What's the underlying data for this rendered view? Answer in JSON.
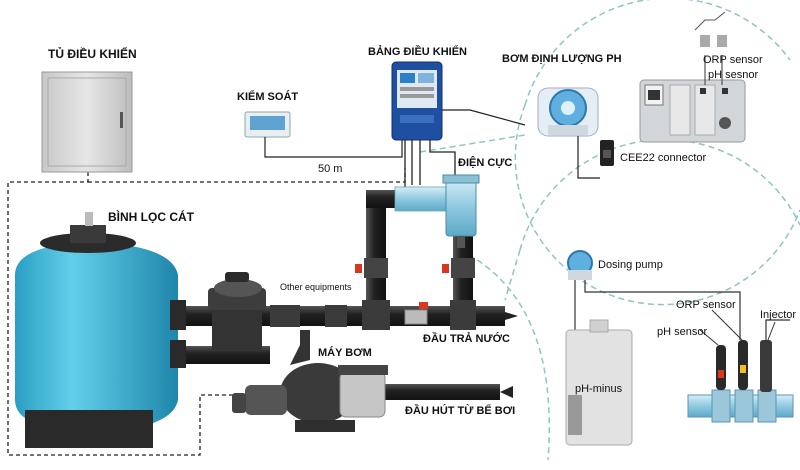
{
  "labels": {
    "control_cabinet": "TỦ ĐIỀU KHIỂN",
    "control_panel": "BẢNG ĐIỀU KHIỂN",
    "ph_dosing_pump": "BƠM ĐỊNH LƯỢNG PH",
    "controller": "KIỂM SOÁT",
    "distance": "50 m",
    "electrode": "ĐIỆN CỰC",
    "orp_sensor_top": "ORP sensor",
    "ph_sensor_top": "pH sesnor",
    "cee22": "CEE22 connector",
    "sand_filter": "BÌNH LỌC CÁT",
    "other_equipment": "Other equipments",
    "return_outlet": "ĐẦU TRẢ NƯỚC",
    "pump": "MÁY BƠM",
    "suction_inlet": "ĐẦU HÚT TỪ BỂ BƠI",
    "dosing_pump": "Dosing pump",
    "orp_sensor": "ORP sensor",
    "injector": "Injector",
    "ph_sensor": "pH sensor",
    "ph_minus": "pH-minus"
  },
  "colors": {
    "tank": "#3fb7d8",
    "pipe": "#2a2a2a",
    "cabinet": "#d9d9d9",
    "panel": "#1f4fa0",
    "dash_circle": "#8fc4c4"
  },
  "icons": [
    "power-plug-icon",
    "arrow-right-icon",
    "arrow-left-icon",
    "valve-icon"
  ]
}
